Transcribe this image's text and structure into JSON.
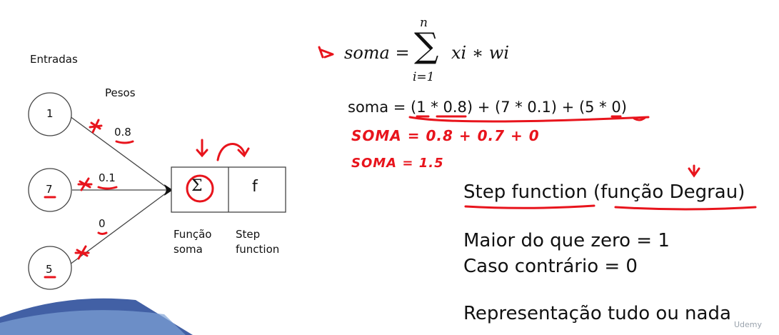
{
  "diagram": {
    "inputs_label": "Entradas",
    "weights_label": "Pesos",
    "inputs": [
      "1",
      "7",
      "5"
    ],
    "weights": [
      "0.8",
      "0.1",
      "0"
    ],
    "sum_symbol": "Σ",
    "f_symbol": "f",
    "sum_caption": [
      "Função",
      "soma"
    ],
    "step_caption": [
      "Step",
      "function"
    ]
  },
  "formula": {
    "lhs": "soma =",
    "upper": "n",
    "sigma": "∑",
    "lower": "i=1",
    "term": "xi  ∗ wi",
    "expanded": "soma = (1 * 0.8) + (7 * 0.1) + (5 * 0)"
  },
  "handwritten": {
    "line1": "SOMA = 0.8 + 0.7 + 0",
    "line2": "SOMA = 1.5"
  },
  "text": {
    "step_title": "Step function (função Degrau)",
    "rule1": "Maior do que zero = 1",
    "rule2": "Caso contrário = 0",
    "representation": "Representação tudo ou nada"
  },
  "watermark": "Udemy",
  "colors": {
    "annotation": "#e8141c",
    "line": "#444444",
    "accent": "#2d4f9b"
  }
}
